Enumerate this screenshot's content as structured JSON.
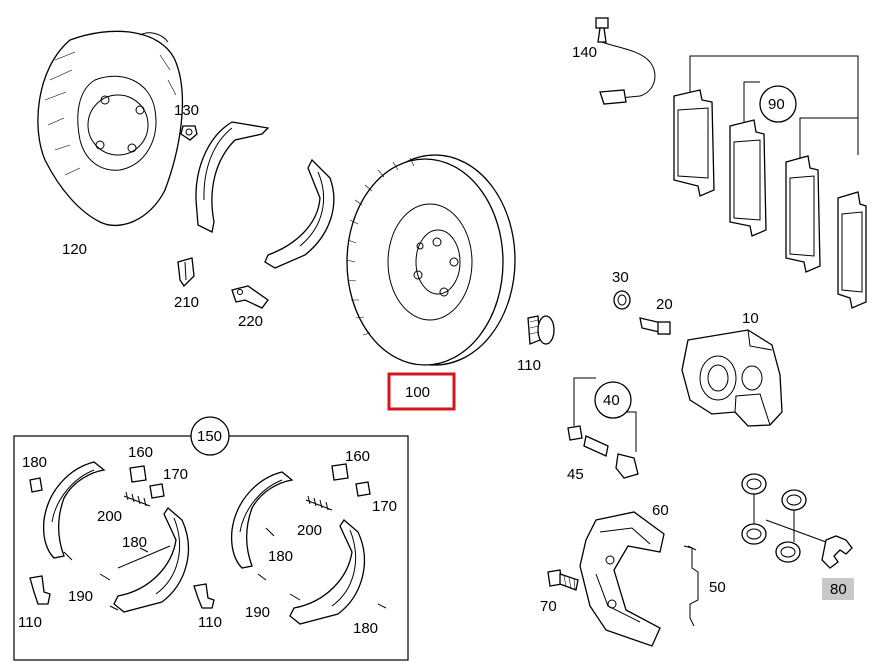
{
  "diagram": {
    "callouts": {
      "c140": "140",
      "c90": "90",
      "c130": "130",
      "c120": "120",
      "c210": "210",
      "c220": "220",
      "c100": "100",
      "c30": "30",
      "c20": "20",
      "c10": "10",
      "c110_top": "110",
      "c40": "40",
      "c45": "45",
      "c150": "150",
      "c60": "60",
      "c50": "50",
      "c70": "70",
      "c80": "80",
      "k_left_180a": "180",
      "k_left_160": "160",
      "k_left_170": "170",
      "k_left_200": "200",
      "k_left_180b": "180",
      "k_left_190": "190",
      "k_left_110a": "110",
      "k_left_110b": "110",
      "k_right_160": "160",
      "k_right_170": "170",
      "k_right_200": "200",
      "k_right_180a": "180",
      "k_right_190": "190",
      "k_right_180b": "180"
    },
    "highlight": {
      "color": "#d6141f",
      "part": "100"
    },
    "badge_color": "#c8c8c8"
  }
}
